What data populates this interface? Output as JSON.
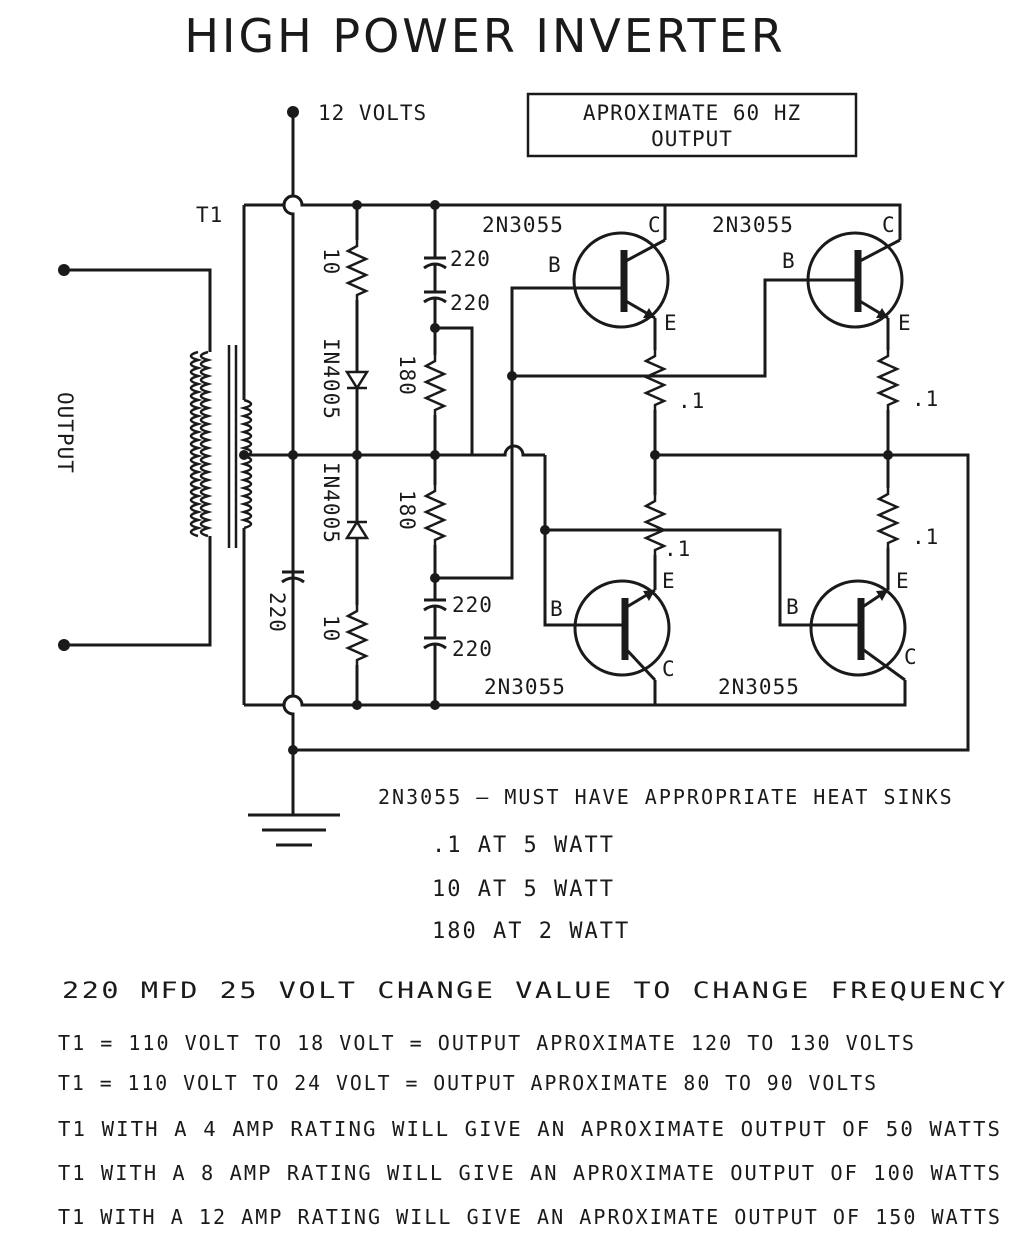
{
  "title": "HIGH POWER INVERTER",
  "supply_label": "12 VOLTS",
  "output_box": [
    "APROXIMATE 60 HZ",
    "OUTPUT"
  ],
  "transformer_label": "T1",
  "output_label": "OUTPUT",
  "components": {
    "transistor": "2N3055",
    "transistor_pins": {
      "base": "B",
      "collector": "C",
      "emitter": "E"
    },
    "resistor_10": "10",
    "resistor_180": "180",
    "resistor_01": ".1",
    "diode": "IN4005",
    "capacitor": "220"
  },
  "notes": {
    "heat_sink": "2N3055 — MUST HAVE APPROPRIATE HEAT SINKS",
    "r01": ".1  AT 5 WATT",
    "r10": "10  AT 5 WATT",
    "r180": "180  AT 2 WATT",
    "cap": "220  MFD   25 VOLT   CHANGE VALUE TO CHANGE FREQUENCY",
    "t1_18": "T1 = 110 VOLT TO 18 VOLT = OUTPUT APROXIMATE 120 TO 130 VOLTS",
    "t1_24": "T1 = 110 VOLT TO 24 VOLT = OUTPUT APROXIMATE 80 TO 90 VOLTS",
    "amp4": "T1 WITH A 4 AMP RATING WILL GIVE AN APROXIMATE OUTPUT OF 50 WATTS",
    "amp8": "T1 WITH A 8 AMP RATING WILL GIVE AN APROXIMATE OUTPUT OF 100 WATTS",
    "amp12": "T1 WITH A 12 AMP RATING WILL GIVE AN APROXIMATE OUTPUT OF 150 WATTS"
  },
  "colors": {
    "ink": "#1a1a1a",
    "paper": "#ffffff"
  }
}
